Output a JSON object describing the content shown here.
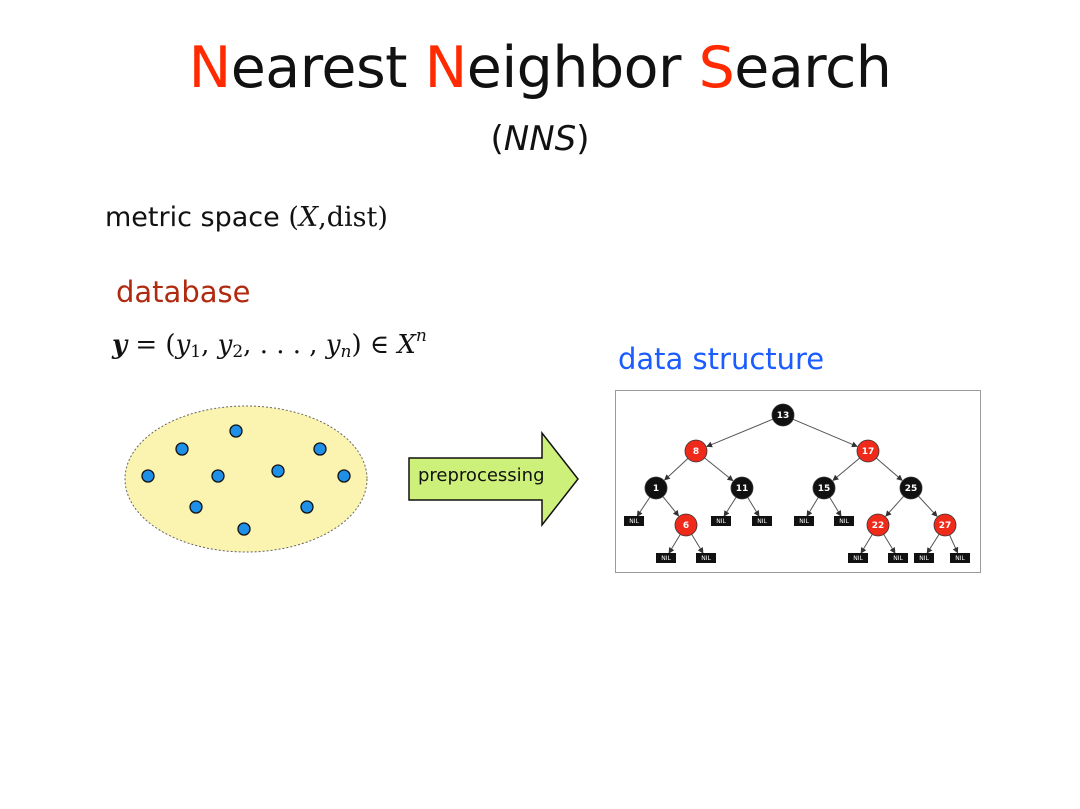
{
  "title": {
    "parts": [
      {
        "cap": "N",
        "rest": "earest "
      },
      {
        "cap": "N",
        "rest": "eighbor "
      },
      {
        "cap": "S",
        "rest": "earch"
      }
    ],
    "abbr_open": "(",
    "abbr": "NNS",
    "abbr_close": ")"
  },
  "metric": {
    "label": "metric space",
    "open": "(",
    "set": "X",
    "sep": ",",
    "dist": "dist",
    "close": ")"
  },
  "database": {
    "label": "database",
    "formula": {
      "var": "y",
      "eq": " = (",
      "e1": "y",
      "s1": "1",
      "c1": ", ",
      "e2": "y",
      "s2": "2",
      "c2": ", . . . , ",
      "e3": "y",
      "s3": "n",
      "end": ") ∈ ",
      "set": "X",
      "pow": "n"
    }
  },
  "database_points_count": 10,
  "arrow": {
    "label": "preprocessing"
  },
  "data_structure": {
    "label": "data structure"
  },
  "tree": {
    "nodes": [
      {
        "id": "n13",
        "label": "13",
        "color": "black"
      },
      {
        "id": "n8",
        "label": "8",
        "color": "red"
      },
      {
        "id": "n17",
        "label": "17",
        "color": "red"
      },
      {
        "id": "n1",
        "label": "1",
        "color": "black"
      },
      {
        "id": "n11",
        "label": "11",
        "color": "black"
      },
      {
        "id": "n15",
        "label": "15",
        "color": "black"
      },
      {
        "id": "n25",
        "label": "25",
        "color": "black"
      },
      {
        "id": "n6",
        "label": "6",
        "color": "red"
      },
      {
        "id": "n22",
        "label": "22",
        "color": "red"
      },
      {
        "id": "n27",
        "label": "27",
        "color": "red"
      }
    ],
    "nil_label": "NIL",
    "colors": {
      "red": "#f02a1a",
      "black": "#111111",
      "point": "#1e90e8",
      "blob": "#fbf3b0",
      "arrow": "#ccf07a"
    }
  }
}
